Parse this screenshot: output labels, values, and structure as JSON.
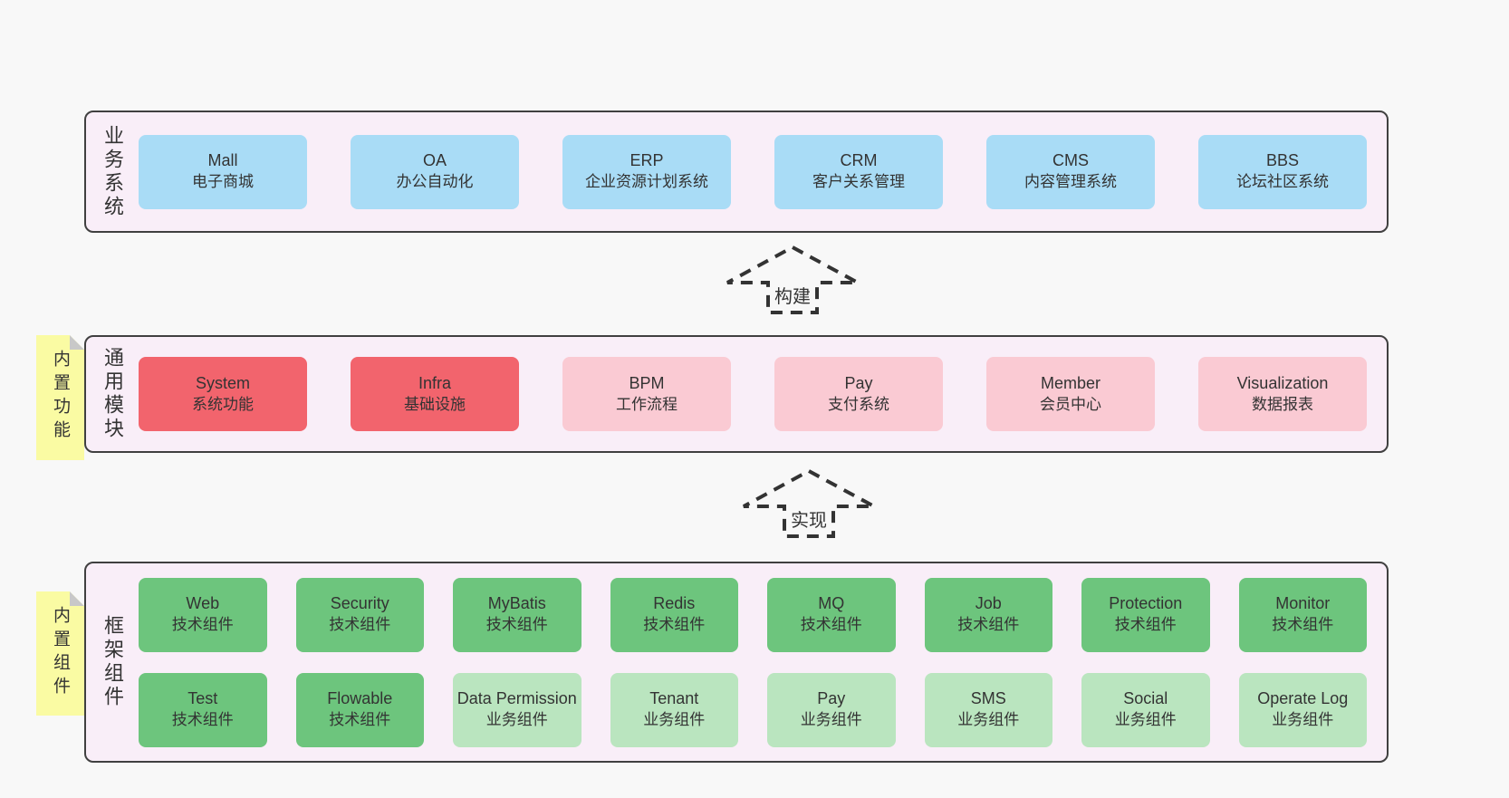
{
  "page": {
    "background": "#f8f8f8"
  },
  "colors": {
    "layer_fill": "#f9eef8",
    "layer_border": "#404040",
    "box_blue": "#a9dcf6",
    "box_red": "#f2646d",
    "box_pink": "#facad3",
    "box_green": "#6dc57d",
    "box_light_green": "#bae5bf",
    "sticky_yellow": "#fafba3",
    "fold_gray": "#c8c8c8",
    "text": "#333333"
  },
  "layers": [
    {
      "label": "业务系统",
      "boxes": [
        {
          "name": "Mall",
          "desc": "电子商城",
          "variant": "blue"
        },
        {
          "name": "OA",
          "desc": "办公自动化",
          "variant": "blue"
        },
        {
          "name": "ERP",
          "desc": "企业资源计划系统",
          "variant": "blue"
        },
        {
          "name": "CRM",
          "desc": "客户关系管理",
          "variant": "blue"
        },
        {
          "name": "CMS",
          "desc": "内容管理系统",
          "variant": "blue"
        },
        {
          "name": "BBS",
          "desc": "论坛社区系统",
          "variant": "blue"
        }
      ]
    },
    {
      "label": "通用模块",
      "sticky": "内置功能",
      "boxes": [
        {
          "name": "System",
          "desc": "系统功能",
          "variant": "red"
        },
        {
          "name": "Infra",
          "desc": "基础设施",
          "variant": "red"
        },
        {
          "name": "BPM",
          "desc": "工作流程",
          "variant": "pink"
        },
        {
          "name": "Pay",
          "desc": "支付系统",
          "variant": "pink"
        },
        {
          "name": "Member",
          "desc": "会员中心",
          "variant": "pink"
        },
        {
          "name": "Visualization",
          "desc": "数据报表",
          "variant": "pink"
        }
      ]
    },
    {
      "label": "框架组件",
      "sticky": "内置组件",
      "rows": [
        [
          {
            "name": "Web",
            "desc": "技术组件",
            "variant": "green"
          },
          {
            "name": "Security",
            "desc": "技术组件",
            "variant": "green"
          },
          {
            "name": "MyBatis",
            "desc": "技术组件",
            "variant": "green"
          },
          {
            "name": "Redis",
            "desc": "技术组件",
            "variant": "green"
          },
          {
            "name": "MQ",
            "desc": "技术组件",
            "variant": "green"
          },
          {
            "name": "Job",
            "desc": "技术组件",
            "variant": "green"
          },
          {
            "name": "Protection",
            "desc": "技术组件",
            "variant": "green"
          },
          {
            "name": "Monitor",
            "desc": "技术组件",
            "variant": "green"
          }
        ],
        [
          {
            "name": "Test",
            "desc": "技术组件",
            "variant": "green"
          },
          {
            "name": "Flowable",
            "desc": "技术组件",
            "variant": "green"
          },
          {
            "name": "Data Permission",
            "desc": "业务组件",
            "variant": "light_green"
          },
          {
            "name": "Tenant",
            "desc": "业务组件",
            "variant": "light_green"
          },
          {
            "name": "Pay",
            "desc": "业务组件",
            "variant": "light_green"
          },
          {
            "name": "SMS",
            "desc": "业务组件",
            "variant": "light_green"
          },
          {
            "name": "Social",
            "desc": "业务组件",
            "variant": "light_green"
          },
          {
            "name": "Operate Log",
            "desc": "业务组件",
            "variant": "light_green"
          }
        ]
      ]
    }
  ],
  "arrows": [
    {
      "label": "构建"
    },
    {
      "label": "实现"
    }
  ]
}
